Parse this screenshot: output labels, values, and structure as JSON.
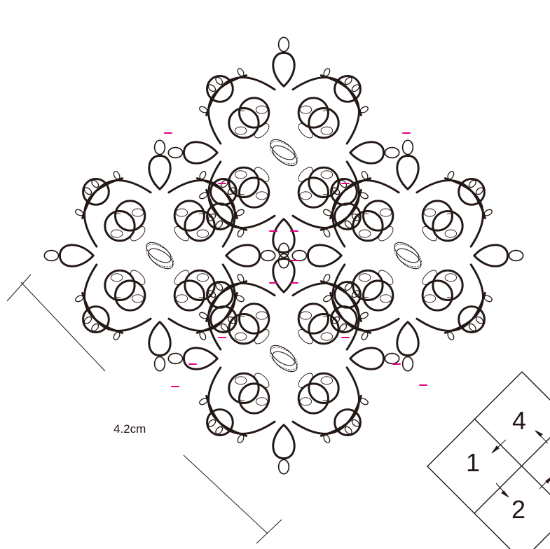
{
  "dimension": {
    "label": "4.2cm"
  },
  "layout_key": {
    "labels": [
      "4",
      "1",
      "2"
    ]
  },
  "colors": {
    "thread": "#231815",
    "join": "#e4007f",
    "background": "#ffffff"
  }
}
